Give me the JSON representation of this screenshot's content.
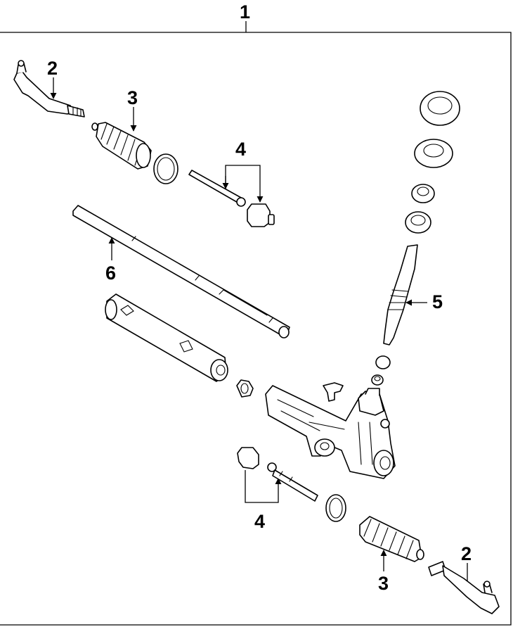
{
  "colors": {
    "line": "#000000",
    "background": "#ffffff"
  },
  "callouts": {
    "assembly": "1",
    "tie_rod_end_left": "2",
    "boot_left": "3",
    "inner_tie_rod_upper": "4",
    "pinion_valve": "5",
    "rack": "6",
    "inner_tie_rod_lower": "4",
    "boot_right": "3",
    "tie_rod_end_right": "2"
  }
}
